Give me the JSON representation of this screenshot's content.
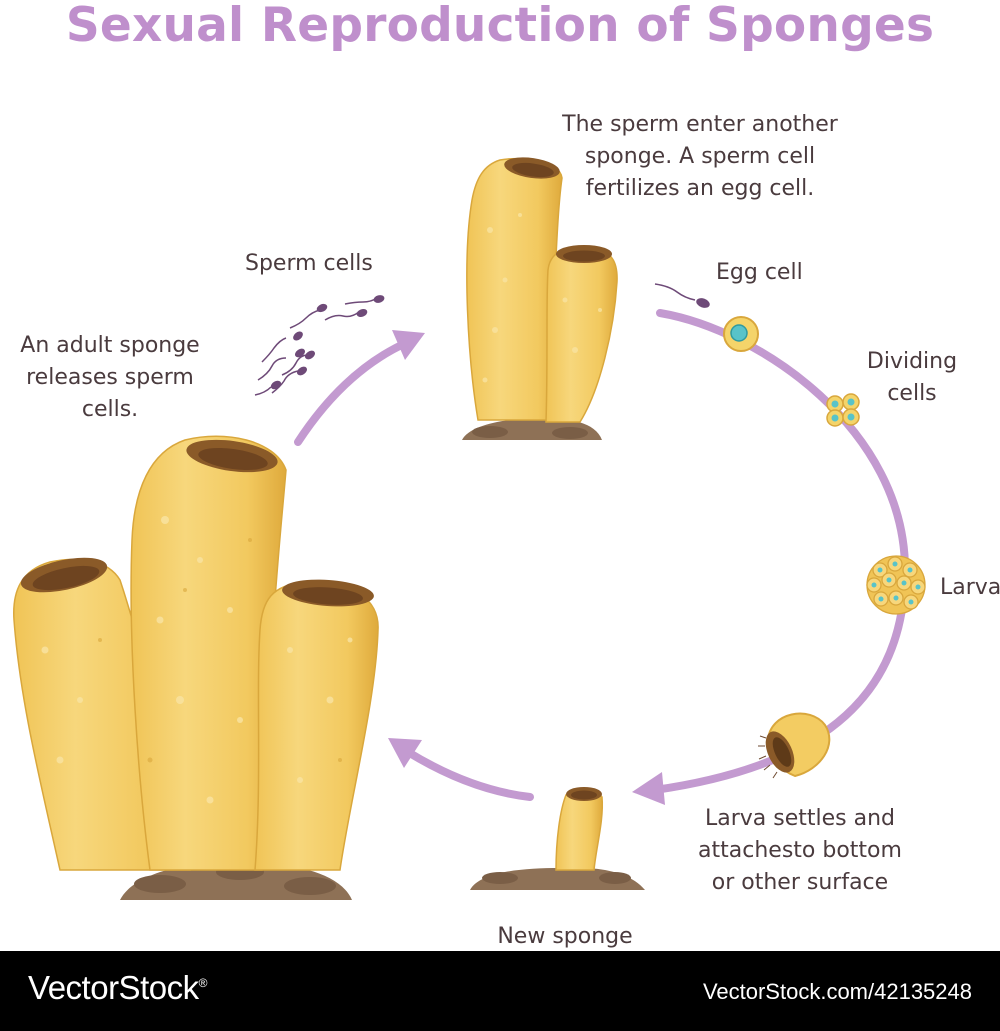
{
  "title": "Sexual Reproduction of Sponges",
  "labels": {
    "adult_release": "An adult sponge\nreleases sperm cells.",
    "sperm_cells": "Sperm cells",
    "fertilization": "The sperm enter another\nsponge. A sperm cell\nfertilizes an egg cell.",
    "egg_cell": "Egg cell",
    "dividing_cells": "Dividing\ncells",
    "larva": "Larva",
    "larva_settles": "Larva settles and\nattachesto bottom\nor other surface",
    "new_sponge": "New sponge"
  },
  "footer": {
    "brand": "VectorStock",
    "brand_mark": "®",
    "stock_id": "VectorStock.com/42135248"
  },
  "colors": {
    "title": "#bf8fcc",
    "cycle": "#c39ad0",
    "sponge_body": "#f3cc62",
    "sponge_light": "#f8df8c",
    "sponge_shadow": "#d9a73c",
    "sponge_opening": "#8a5a28",
    "soil": "#8e7156",
    "label_text": "#4a3b3e",
    "sperm": "#6e4a78",
    "footer_bg": "#000000"
  }
}
